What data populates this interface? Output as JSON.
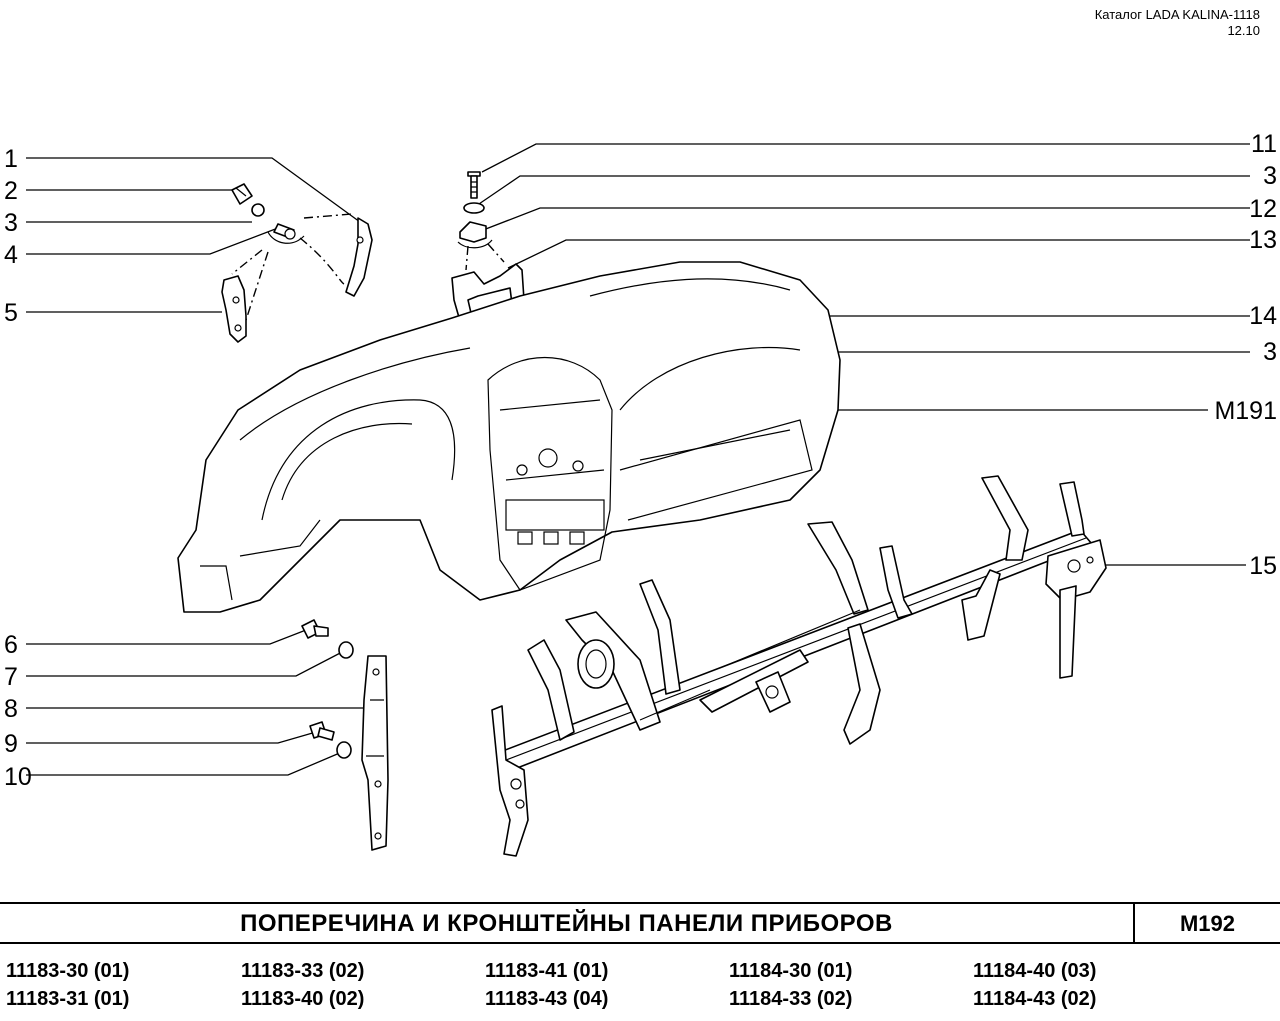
{
  "header": {
    "catalog": "Каталог LADA KALINA-1118",
    "date": "12.10"
  },
  "callouts": {
    "left": [
      "1",
      "2",
      "3",
      "4",
      "5",
      "6",
      "7",
      "8",
      "9",
      "10"
    ],
    "right": [
      "11",
      "3",
      "12",
      "13",
      "14",
      "3",
      "M191",
      "15"
    ]
  },
  "title": {
    "text": "ПОПЕРЕЧИНА   И   КРОНШТЕЙНЫ   ПАНЕЛИ   ПРИБОРОВ",
    "code": "M192"
  },
  "models": [
    "11183-30 (01)",
    "11183-33 (02)",
    "11183-41 (01)",
    "11184-30 (01)",
    "11184-40 (03)",
    "11183-31 (01)",
    "11183-40 (02)",
    "11183-43 (04)",
    "11184-33 (02)",
    "11184-43 (02)"
  ]
}
